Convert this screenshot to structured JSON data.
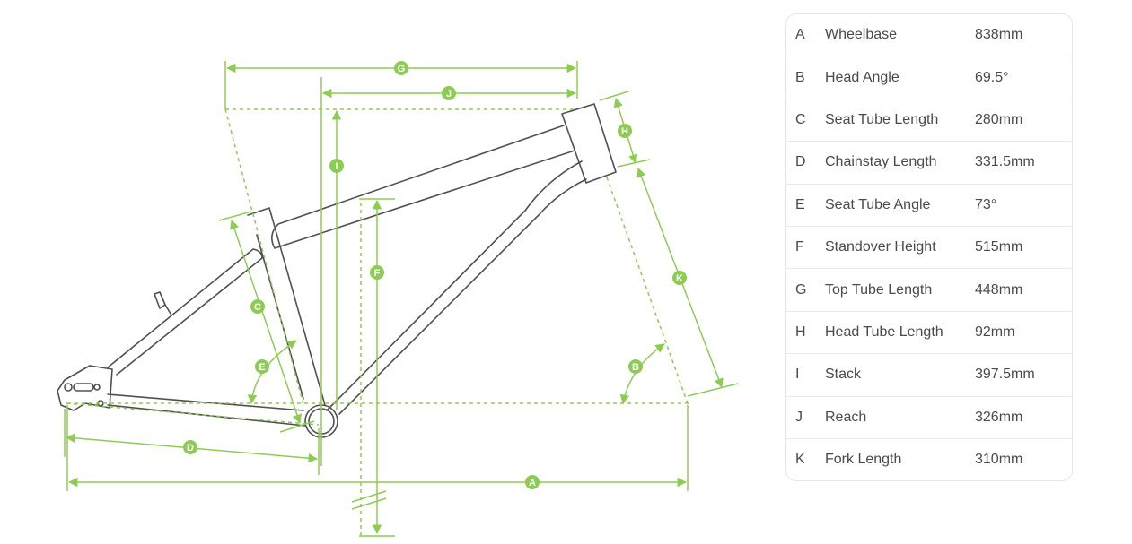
{
  "diagram": {
    "markers": [
      "A",
      "B",
      "C",
      "D",
      "E",
      "F",
      "G",
      "H",
      "I",
      "J",
      "K"
    ],
    "colors": {
      "dimension": "#8dcc52",
      "frame": "#505050"
    }
  },
  "geometry": {
    "rows": [
      {
        "letter": "A",
        "label": "Wheelbase",
        "value": "838mm"
      },
      {
        "letter": "B",
        "label": "Head Angle",
        "value": "69.5°"
      },
      {
        "letter": "C",
        "label": "Seat Tube Length",
        "value": "280mm"
      },
      {
        "letter": "D",
        "label": "Chainstay Length",
        "value": "331.5mm"
      },
      {
        "letter": "E",
        "label": "Seat Tube Angle",
        "value": "73°"
      },
      {
        "letter": "F",
        "label": "Standover Height",
        "value": "515mm"
      },
      {
        "letter": "G",
        "label": "Top Tube Length",
        "value": "448mm"
      },
      {
        "letter": "H",
        "label": "Head Tube Length",
        "value": "92mm"
      },
      {
        "letter": "I",
        "label": "Stack",
        "value": "397.5mm"
      },
      {
        "letter": "J",
        "label": "Reach",
        "value": "326mm"
      },
      {
        "letter": "K",
        "label": "Fork Length",
        "value": "310mm"
      }
    ]
  }
}
